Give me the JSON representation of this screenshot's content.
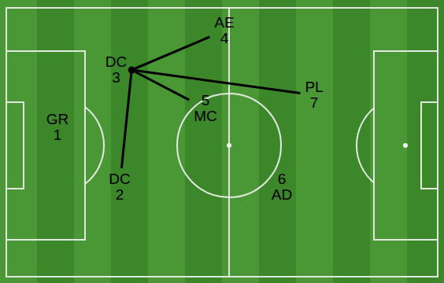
{
  "diagram": {
    "nodes": [
      {
        "text": [
          "AE",
          "4"
        ]
      },
      {
        "text": [
          "DC",
          "3"
        ]
      },
      {
        "text": [
          "PL",
          "7"
        ]
      },
      {
        "text": [
          "5",
          "MC"
        ]
      },
      {
        "text": [
          "GR",
          "1"
        ]
      },
      {
        "text": [
          "DC",
          "2"
        ]
      },
      {
        "text": [
          "6",
          "AD"
        ]
      }
    ],
    "edges": [
      {
        "from": 1,
        "to": 0,
        "arrow": "none"
      },
      {
        "from": 1,
        "to": 2,
        "arrow": "none"
      },
      {
        "from": 1,
        "to": 3,
        "arrow": "none"
      },
      {
        "from": 1,
        "to": 5,
        "arrow": "none"
      }
    ]
  }
}
